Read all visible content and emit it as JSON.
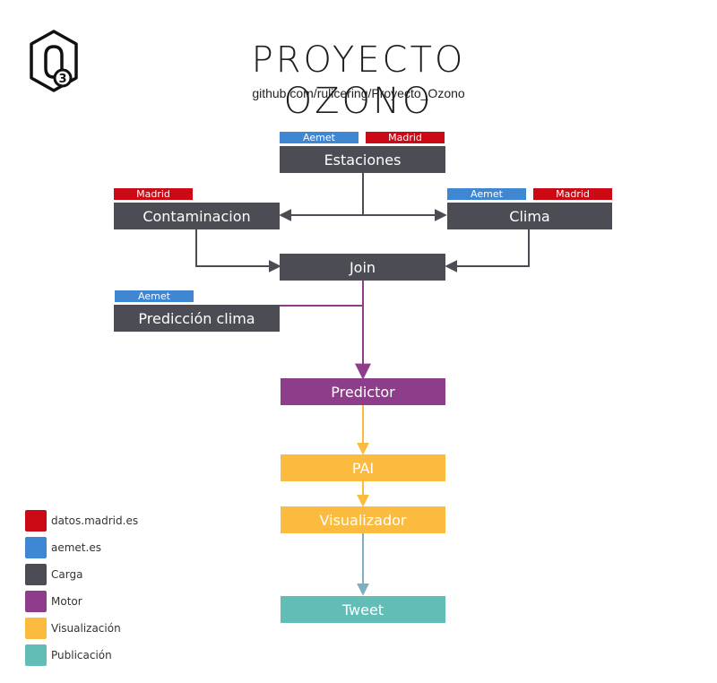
{
  "header": {
    "title": "PROYECTO OZONO",
    "subtitle": "github.com/rulicering/Proyecto_Ozono"
  },
  "colors": {
    "madrid": "#cb0a16",
    "aemet": "#3f86d3",
    "carga": "#4b4c54",
    "motor": "#8e3d8a",
    "visualizacion": "#fbbb3f",
    "publicacion": "#62bdb6"
  },
  "tags": {
    "aemet": "Aemet",
    "madrid": "Madrid"
  },
  "nodes": {
    "estaciones": "Estaciones",
    "contaminacion": "Contaminacion",
    "clima": "Clima",
    "join": "Join",
    "prediccion": "Predicción clima",
    "predictor": "Predictor",
    "pai": "PAI",
    "visualizador": "Visualizador",
    "tweet": "Tweet"
  },
  "legend": [
    {
      "label": "datos.madrid.es",
      "color": "#cb0a16"
    },
    {
      "label": "aemet.es",
      "color": "#3f86d3"
    },
    {
      "label": "Carga",
      "color": "#4b4c54"
    },
    {
      "label": "Motor",
      "color": "#8e3d8a"
    },
    {
      "label": "Visualización",
      "color": "#fbbb3f"
    },
    {
      "label": "Publicación",
      "color": "#62bdb6"
    }
  ]
}
